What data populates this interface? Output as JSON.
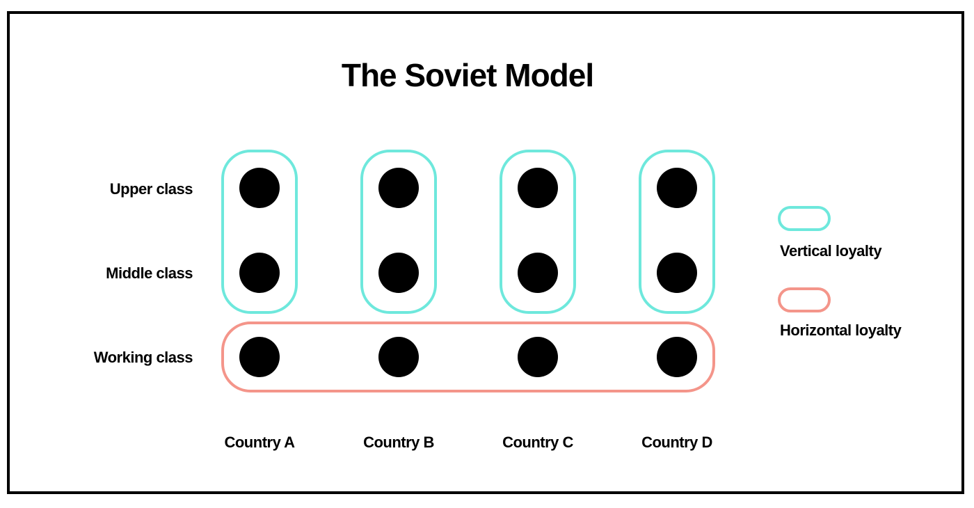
{
  "title": "The Soviet Model",
  "rows": [
    {
      "label": "Upper class"
    },
    {
      "label": "Middle class"
    },
    {
      "label": "Working class"
    }
  ],
  "columns": [
    {
      "label": "Country A"
    },
    {
      "label": "Country B"
    },
    {
      "label": "Country C"
    },
    {
      "label": "Country D"
    }
  ],
  "legend": {
    "vertical": {
      "label": "Vertical loyalty",
      "color": "#6ee8dc"
    },
    "horizontal": {
      "label": "Horizontal loyalty",
      "color": "#f4958a"
    }
  },
  "colors": {
    "frame": "#000000",
    "dot": "#000000"
  }
}
